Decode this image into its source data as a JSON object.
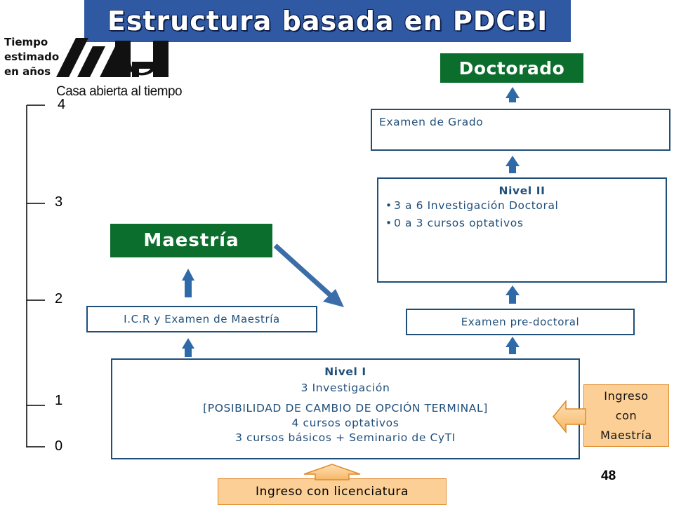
{
  "title": "Estructura basada en PDCBI",
  "axis_title": [
    "Tiempo",
    "estimado",
    "en años"
  ],
  "logo": {
    "name": "uam-logo",
    "tagline": "Casa abierta al tiempo"
  },
  "time_ticks": [
    "4",
    "3",
    "2",
    "1",
    "0"
  ],
  "boxes": {
    "doctorado": "Doctorado",
    "examen_grado": "Examen de Grado",
    "nivel2_title": "Nivel II",
    "nivel2_items": [
      "3 a 6 Investigación Doctoral",
      "0 a 3 cursos optativos"
    ],
    "maestria": "Maestría",
    "icr": "I.C.R y Examen de Maestría",
    "predoc": "Examen pre-doctoral",
    "nivel1_title": "Nivel I",
    "nivel1_lines": [
      "3 Investigación",
      "[POSIBILIDAD DE CAMBIO DE OPCIÓN TERMINAL]",
      "4 cursos optativos",
      "3 cursos básicos + Seminario de CyTI"
    ],
    "ingreso_maestria": [
      "Ingreso",
      "con",
      "Maestría"
    ],
    "ingreso_licenciatura": "Ingreso con licenciatura"
  },
  "page_number": "48",
  "colors": {
    "title_bg": "#2f5aa3",
    "green": "#0c6e2c",
    "blue_text": "#1f4e79",
    "arrow_blue": "#2e6aa8",
    "orange": "#fbcf96"
  }
}
